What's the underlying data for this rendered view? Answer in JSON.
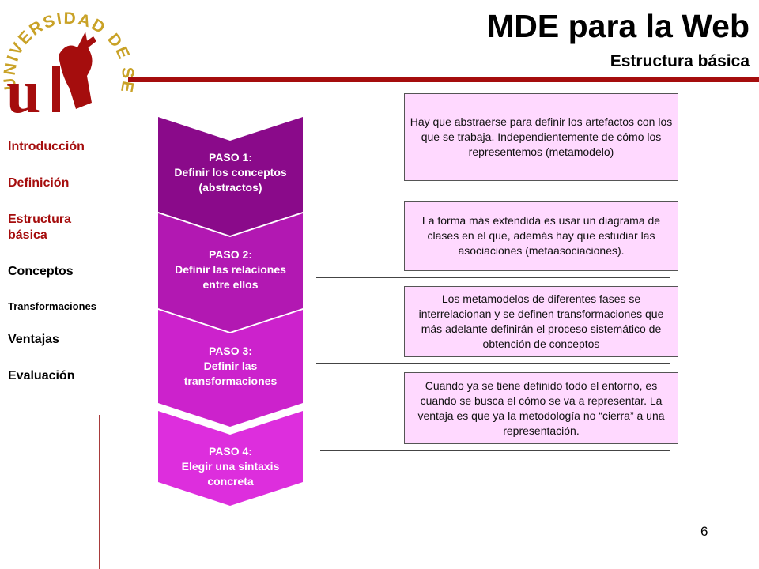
{
  "header": {
    "title": "MDE para la Web",
    "subtitle": "Estructura básica",
    "logo_text": "UNIVERSIDAD DE SEVILLA"
  },
  "nav": {
    "items": [
      {
        "label": "Introducción",
        "active": true
      },
      {
        "label": "Definición",
        "active": true
      },
      {
        "label": "Estructura básica",
        "active": true
      },
      {
        "label": "Conceptos",
        "active": false
      },
      {
        "label": "Transformaciones",
        "active": false
      },
      {
        "label": "Ventajas",
        "active": false
      },
      {
        "label": "Evaluación",
        "active": false
      }
    ]
  },
  "steps": [
    {
      "heading": "PASO 1:",
      "line1": "Definir los conceptos",
      "line2": "(abstractos)",
      "color": "#8a0a8a"
    },
    {
      "heading": "PASO 2:",
      "line1": "Definir las relaciones",
      "line2": "entre ellos",
      "color": "#b218b2"
    },
    {
      "heading": "PASO 3:",
      "line1": "Definir las",
      "line2": "transformaciones",
      "color": "#cc22cc"
    },
    {
      "heading": "PASO 4:",
      "line1": "Elegir una sintaxis",
      "line2": "concreta",
      "color": "#dd2edd"
    }
  ],
  "descriptions": [
    "Hay que abstraerse para definir los artefactos con los que se trabaja. Independientemente de cómo los representemos (metamodelo)",
    "La forma más extendida es usar un diagrama de clases en el que, además hay que estudiar las asociaciones (metaasociaciones).",
    "Los metamodelos de diferentes fases se interrelacionan y se definen transformaciones que más adelante definirán el proceso sistemático de obtención de conceptos",
    "Cuando ya se tiene definido todo el entorno, es cuando se busca el cómo se va a representar. La ventaja es que ya la metodología no “cierra” a una representación."
  ],
  "colors": {
    "accent": "#a50d0d",
    "logo_gold": "#c9a227",
    "box_fill": "#ffd9ff"
  },
  "page_number": "6"
}
